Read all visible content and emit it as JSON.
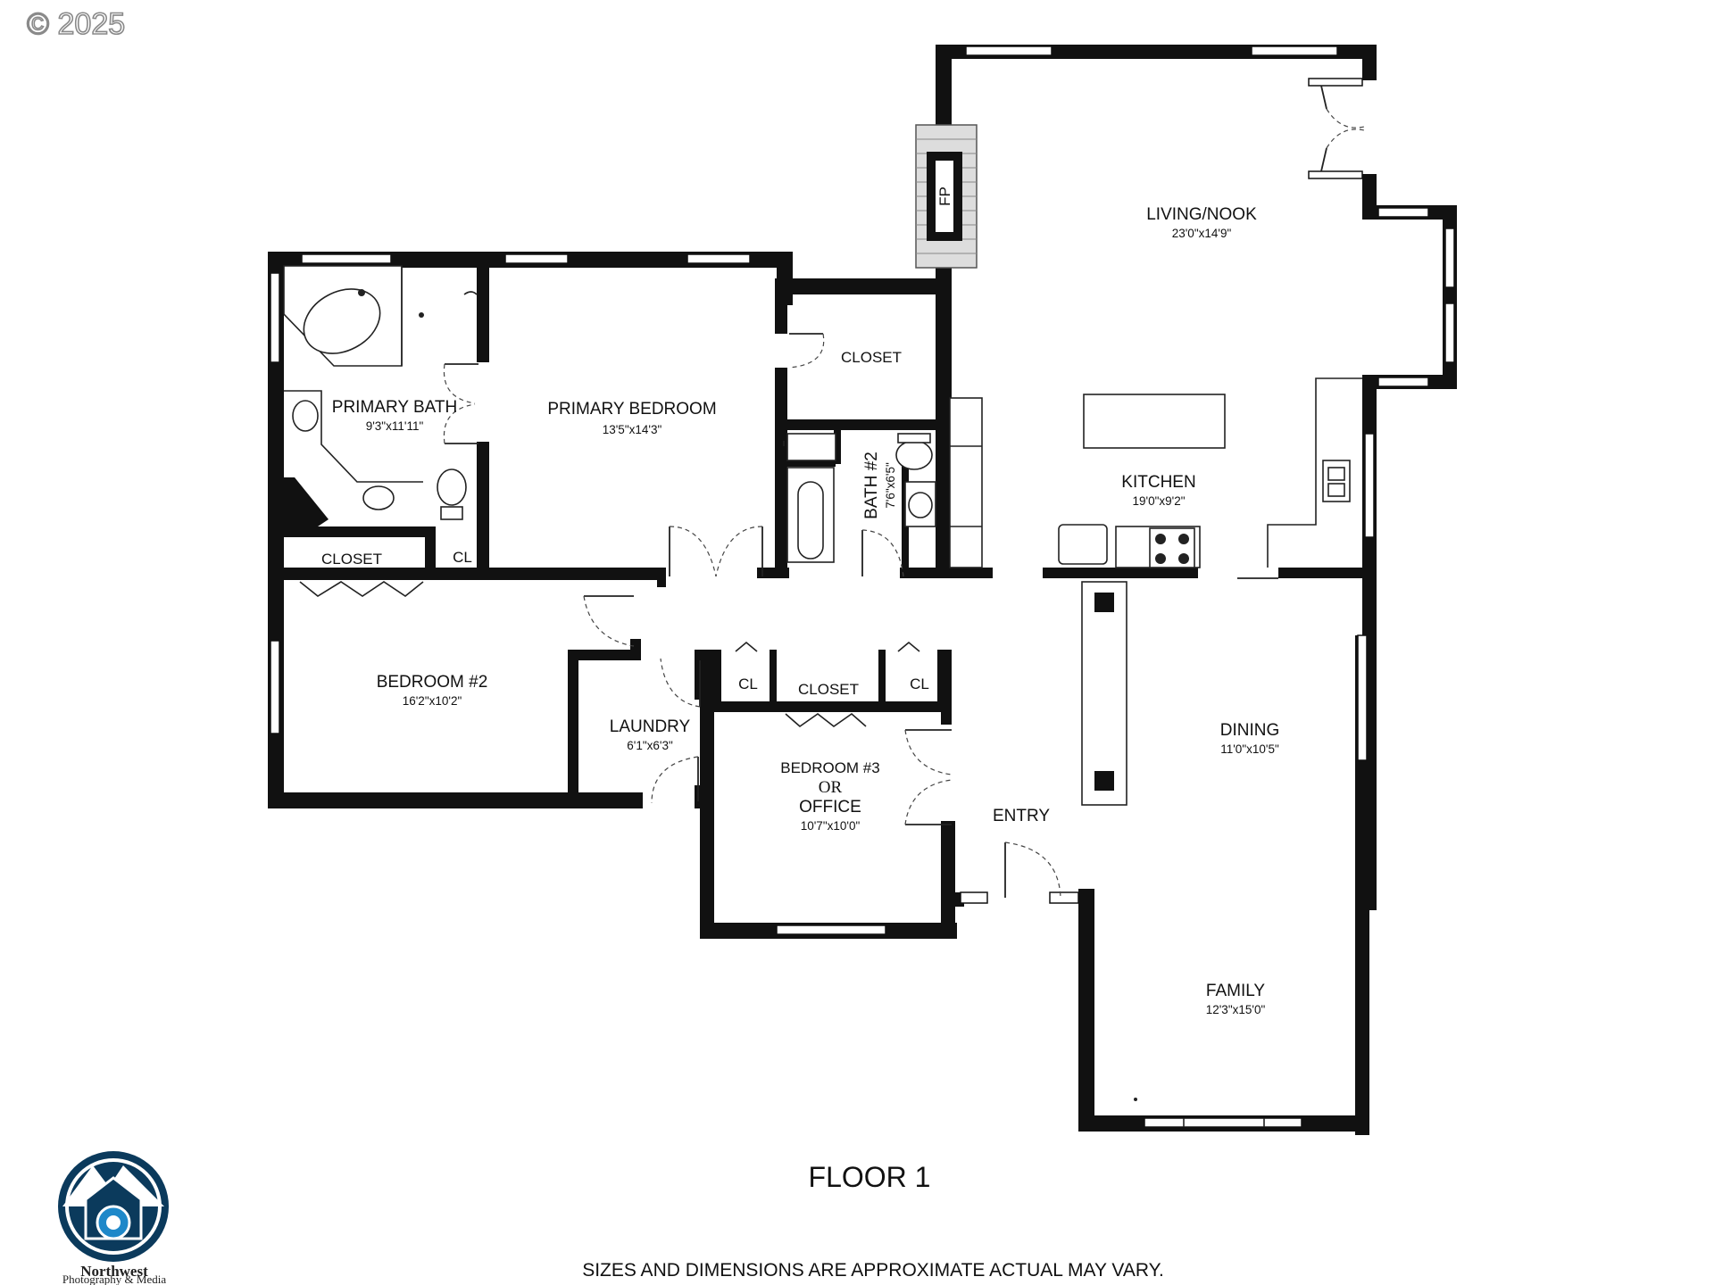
{
  "copyright": "© 2025",
  "floor_title": "FLOOR 1",
  "disclaimer": "SIZES AND DIMENSIONS ARE APPROXIMATE ACTUAL MAY VARY.",
  "fireplace_label": "FP",
  "rooms": {
    "living_nook": {
      "name": "LIVING/NOOK",
      "size": "23'0\"x14'9\""
    },
    "closet_primary": {
      "name": "CLOSET"
    },
    "primary_bath": {
      "name": "PRIMARY BATH",
      "size": "9'3\"x11'11\""
    },
    "primary_bedroom": {
      "name": "PRIMARY BEDROOM",
      "size": "13'5\"x14'3\""
    },
    "bath2": {
      "name": "BATH #2",
      "size": "7'6\"x6'5\""
    },
    "kitchen": {
      "name": "KITCHEN",
      "size": "19'0\"x9'2\""
    },
    "closet_bed2": {
      "name": "CLOSET"
    },
    "cl_bath": {
      "name": "CL"
    },
    "bedroom2": {
      "name": "BEDROOM #2",
      "size": "16'2\"x10'2\""
    },
    "laundry": {
      "name": "LAUNDRY",
      "size": "6'1\"x6'3\""
    },
    "cl_left": {
      "name": "CL"
    },
    "closet_bed3": {
      "name": "CLOSET"
    },
    "cl_right": {
      "name": "CL"
    },
    "bedroom3": {
      "name": "BEDROOM #3",
      "or": "OR",
      "name2": "OFFICE",
      "size": "10'7\"x10'0\""
    },
    "dining": {
      "name": "DINING",
      "size": "11'0\"x10'5\""
    },
    "entry": {
      "name": "ENTRY"
    },
    "family": {
      "name": "FAMILY",
      "size": "12'3\"x15'0\""
    }
  },
  "logo": {
    "line1": "Northwest",
    "line2": "Photography & Media"
  },
  "colors": {
    "wall": "#111111",
    "logo_ring": "#0b3a5c",
    "logo_accent": "#1e88c9"
  }
}
